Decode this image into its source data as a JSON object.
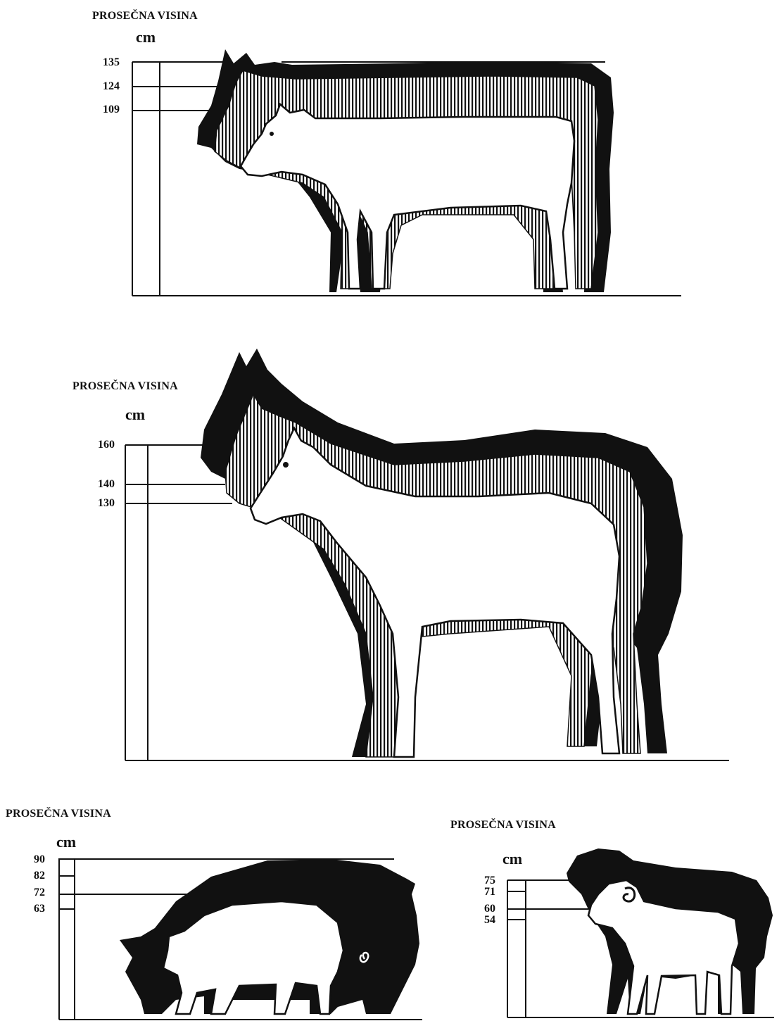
{
  "panels": {
    "cattle": {
      "title": "PROSEČNA VISINA",
      "unit": "cm",
      "ticks": [
        "135",
        "124",
        "109"
      ]
    },
    "horse": {
      "title": "PROSEČNA VISINA",
      "unit": "cm",
      "ticks": [
        "160",
        "140",
        "130"
      ]
    },
    "pig": {
      "title": "PROSEČNA VISINA",
      "unit": "cm",
      "ticks": [
        "90",
        "82",
        "72",
        "63"
      ]
    },
    "sheep": {
      "title": "PROSEČNA VISINA",
      "unit": "cm",
      "ticks": [
        "75",
        "71",
        "60",
        "54"
      ]
    }
  }
}
